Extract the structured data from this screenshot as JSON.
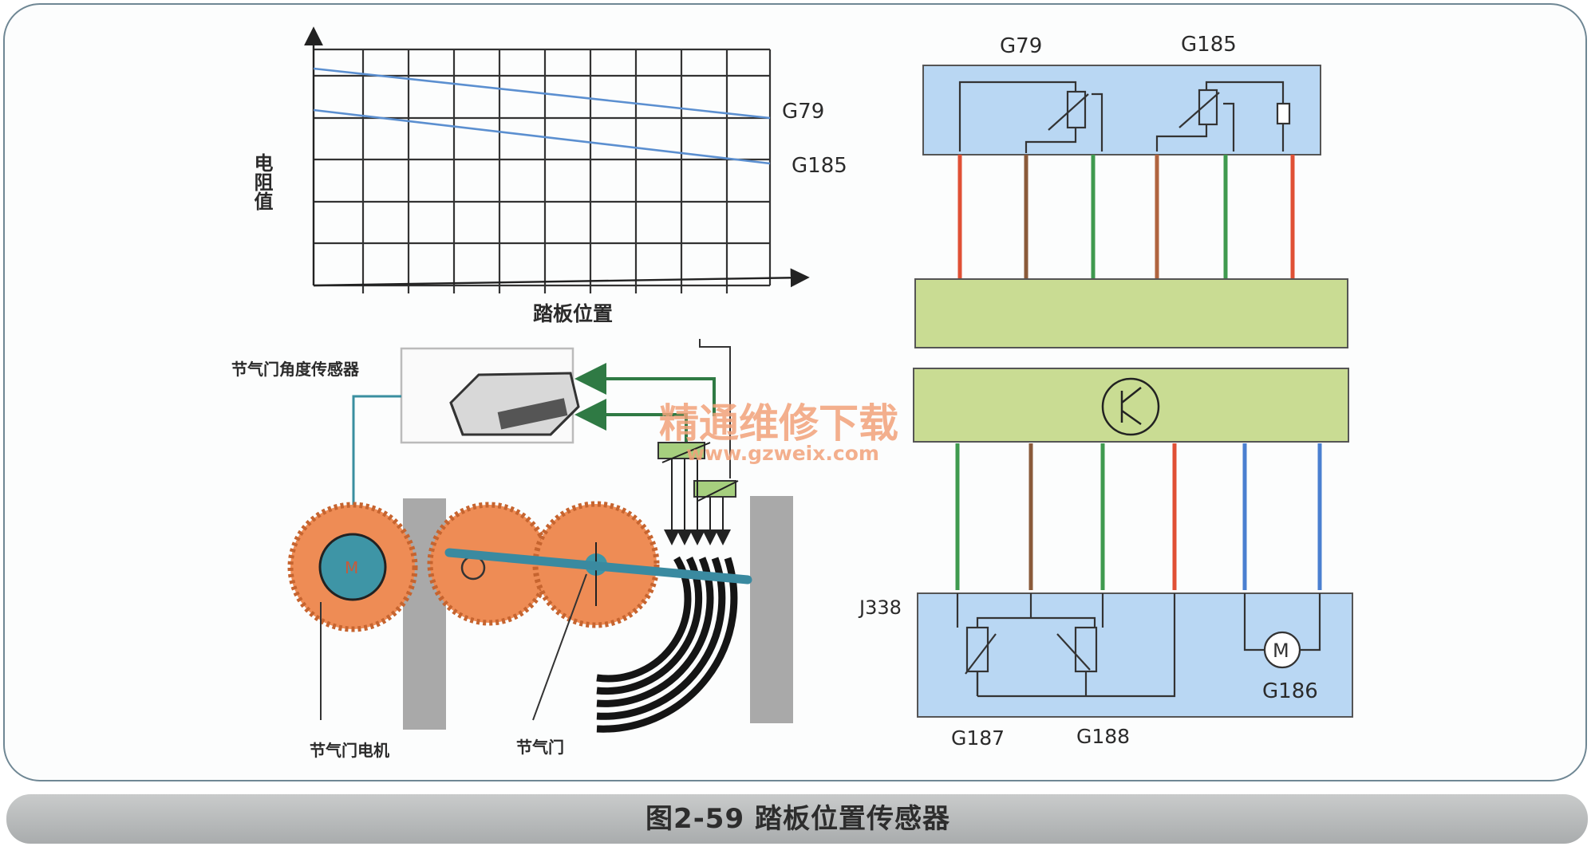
{
  "figure": {
    "caption": "图2-59   踏板位置传感器"
  },
  "graph": {
    "y_label": "电阻值",
    "x_label": "踏板位置",
    "series_labels": [
      "G79",
      "G185"
    ],
    "line_color": "#5b8fd0"
  },
  "mechanism": {
    "sensor_label": "节气门角度传感器",
    "motor_label": "节气门电机",
    "valve_label": "节气门",
    "motor_glyph": "M",
    "gear_color": "#ee8c55",
    "arrow_color": "#2f7a44"
  },
  "watermark": {
    "title": "精通维修下载",
    "url": "www.gzweix.com"
  },
  "circuit": {
    "top_sensors": [
      "G79",
      "G185"
    ],
    "module_label": "J338",
    "bottom_components": [
      "G187",
      "G188",
      "G186"
    ],
    "motor_glyph": "M",
    "box_color": "#b9d7f3",
    "ecu_color": "#c9dc93"
  }
}
